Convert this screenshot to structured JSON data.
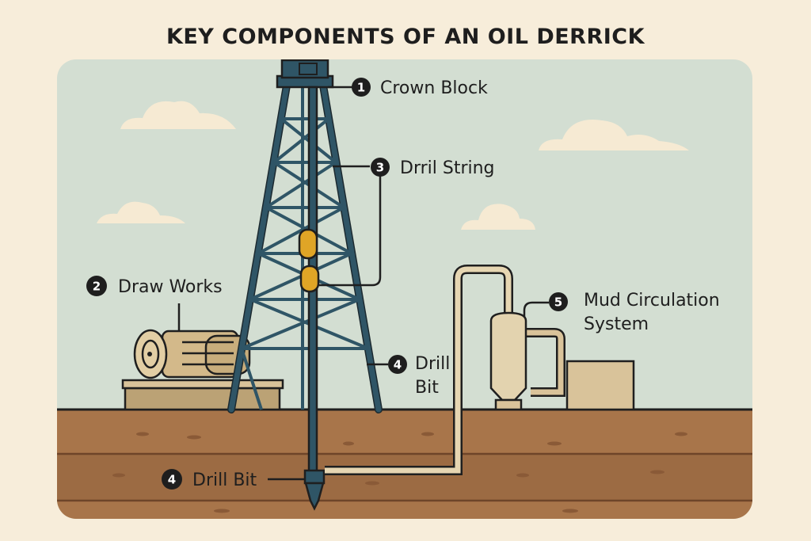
{
  "title": "KEY COMPONENTS OF AN OIL DERRICK",
  "labels": {
    "crown_block": {
      "number": "1",
      "text": "Crown Block"
    },
    "draw_works": {
      "number": "2",
      "text": "Draw Works"
    },
    "drill_string": {
      "number": "3",
      "text": "Drril String"
    },
    "drill_bit_side": {
      "number": "4",
      "line1": "Drill",
      "line2": "Bit"
    },
    "mud_system": {
      "number": "5",
      "line1": "Mud Circulation",
      "line2": "System"
    },
    "drill_bit_bottom": {
      "number": "4",
      "text": "Drill Bit"
    }
  },
  "colors": {
    "background": "#f7edda",
    "sky": "#d3ded2",
    "ground": "#a8754a",
    "steel": "#2f5566",
    "tan": "#d9c39a",
    "hook": "#e0a526"
  }
}
